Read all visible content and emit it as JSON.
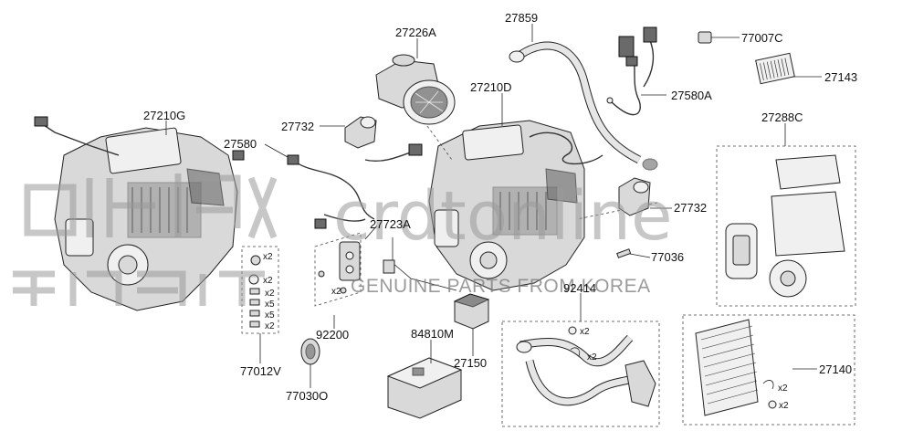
{
  "diagram": {
    "watermark": {
      "brand": "crdtonline",
      "tagline": "GENUINE PARTS FROM KOREA"
    },
    "labels": {
      "p27210G": "27210G",
      "p27226A": "27226A",
      "p27859": "27859",
      "p77007C": "77007C",
      "p27143": "27143",
      "p27580A": "27580A",
      "p27210D": "27210D",
      "p27732a": "27732",
      "p27580": "27580",
      "p27288C": "27288C",
      "p27732b": "27732",
      "p27723A": "27723A",
      "p77036": "77036",
      "p92414": "92414",
      "p92200": "92200",
      "p84810M": "84810M",
      "p27150": "27150",
      "p77012V": "77012V",
      "p77030O": "77030O",
      "p27140": "27140"
    },
    "quantities": {
      "q1": "x2",
      "q2": "x2",
      "q3": "x2",
      "q4": "x5",
      "q5": "x5",
      "q6": "x2",
      "q7": "x2",
      "q8": "x2",
      "q9": "x2",
      "q10": "x2",
      "q11": "x2"
    },
    "colors": {
      "line": "#222222",
      "part_fill": "#d9d9d9",
      "watermark": "#9a9a9a"
    }
  }
}
